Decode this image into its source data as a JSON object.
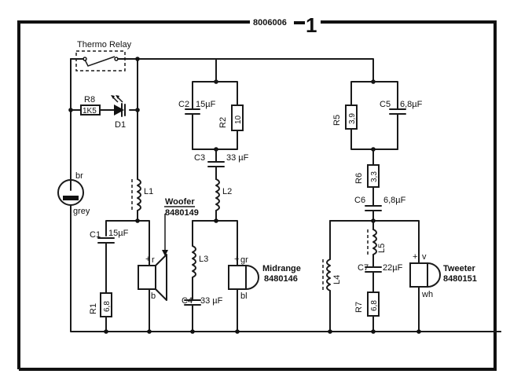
{
  "header": {
    "code": "8006006",
    "figure_number": "1"
  },
  "labels": {
    "thermo_relay": "Thermo Relay",
    "r8": "R8",
    "r8_value": "1K5",
    "d1": "D1",
    "bulb_top": "br",
    "bulb_bottom": "grey",
    "l1": "L1",
    "c1": "C1",
    "c1_value": "15µF",
    "r1": "R1",
    "r1_value": "6,8",
    "woofer": "Woofer",
    "woofer_part": "8480149",
    "woofer_plus": "+",
    "woofer_r": "r",
    "woofer_b": "b",
    "c2": "C2",
    "c2_value": "15µF",
    "r2": "R2",
    "r2_value": "10",
    "c3": "C3",
    "c3_value": "33 µF",
    "l2": "L2",
    "l3": "L3",
    "c4": "C4",
    "c4_value": "33 µF",
    "midrange": "Midrange",
    "midrange_part": "8480146",
    "mid_plus": "+",
    "mid_gr": "gr",
    "mid_bl": "bl",
    "r5": "R5",
    "r5_value": "3,9",
    "c5": "C5",
    "c5_value": "6,8µF",
    "r6": "R6",
    "r6_value": "3,3",
    "c6": "C6",
    "c6_value": "6,8µF",
    "l4": "L4",
    "l5": "L5",
    "c7": "C7",
    "c7_value": "22µF",
    "r7": "R7",
    "r7_value": "6,8",
    "tweeter": "Tweeter",
    "tweeter_part": "8480151",
    "tw_plus": "+",
    "tw_v": "v",
    "tw_wh": "wh"
  }
}
